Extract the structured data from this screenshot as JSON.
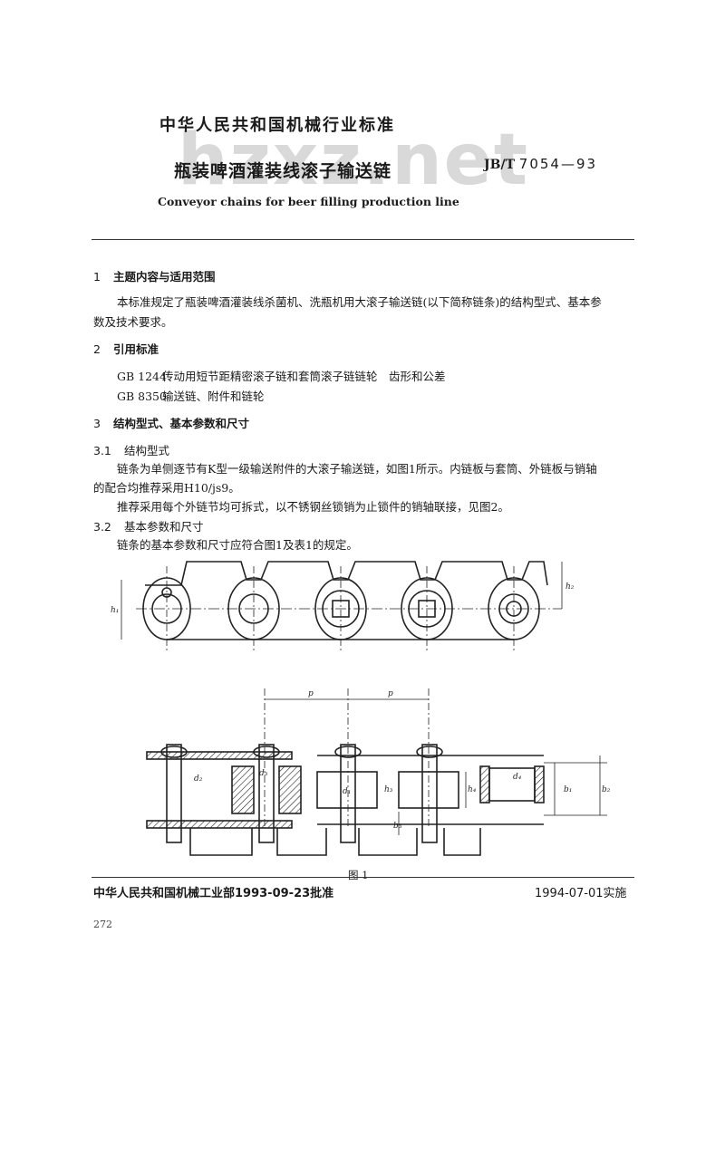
{
  "watermark": "hzxz.net",
  "header": {
    "standard_type": "中华人民共和国机械行业标准",
    "title_cn": "瓶装啤酒灌装线滚子输送链",
    "code_prefix": "JB/T",
    "code_number": "7054—93",
    "title_en": "Conveyor chains for beer filling production line"
  },
  "sections": {
    "s1": {
      "number": "1",
      "title": "主题内容与适用范围",
      "para_line1": "本标准规定了瓶装啤酒灌装线杀菌机、洗瓶机用大滚子输送链(以下简称链条)的结构型式、基本参",
      "para_line2": "数及技术要求。"
    },
    "s2": {
      "number": "2",
      "title": "引用标准",
      "refs": [
        {
          "code": "GB 1244",
          "text": "传动用短节距精密滚子链和套筒滚子链链轮　齿形和公差"
        },
        {
          "code": "GB 8350",
          "text": "输送链、附件和链轮"
        }
      ]
    },
    "s3": {
      "number": "3",
      "title": "结构型式、基本参数和尺寸",
      "s31": {
        "number": "3.1",
        "title": "结构型式",
        "para1_line1": "链条为单侧逐节有K型一级输送附件的大滚子输送链，如图1所示。内链板与套筒、外链板与销轴",
        "para1_line2": "的配合均推荐采用H10/js9。",
        "para2": "推荐采用每个外链节均可拆式，以不锈钢丝锁销为止锁件的销轴联接，见图2。"
      },
      "s32": {
        "number": "3.2",
        "title": "基本参数和尺寸",
        "para": "链条的基本参数和尺寸应符合图1及表1的规定。"
      }
    }
  },
  "figure": {
    "caption": "图 1",
    "labels": {
      "pitch": "p",
      "h1": "h₁",
      "h2": "h₂",
      "h3": "h₃",
      "h4": "h₄",
      "d1": "d₁",
      "d2": "d₂",
      "d3": "d₃",
      "d4": "d₄",
      "b1": "b₁",
      "b2": "b₂",
      "b3": "b₃"
    }
  },
  "footer": {
    "approval": "中华人民共和国机械工业部1993-09-23批准",
    "implementation": "1994-07-01实施",
    "page_number": "272"
  }
}
